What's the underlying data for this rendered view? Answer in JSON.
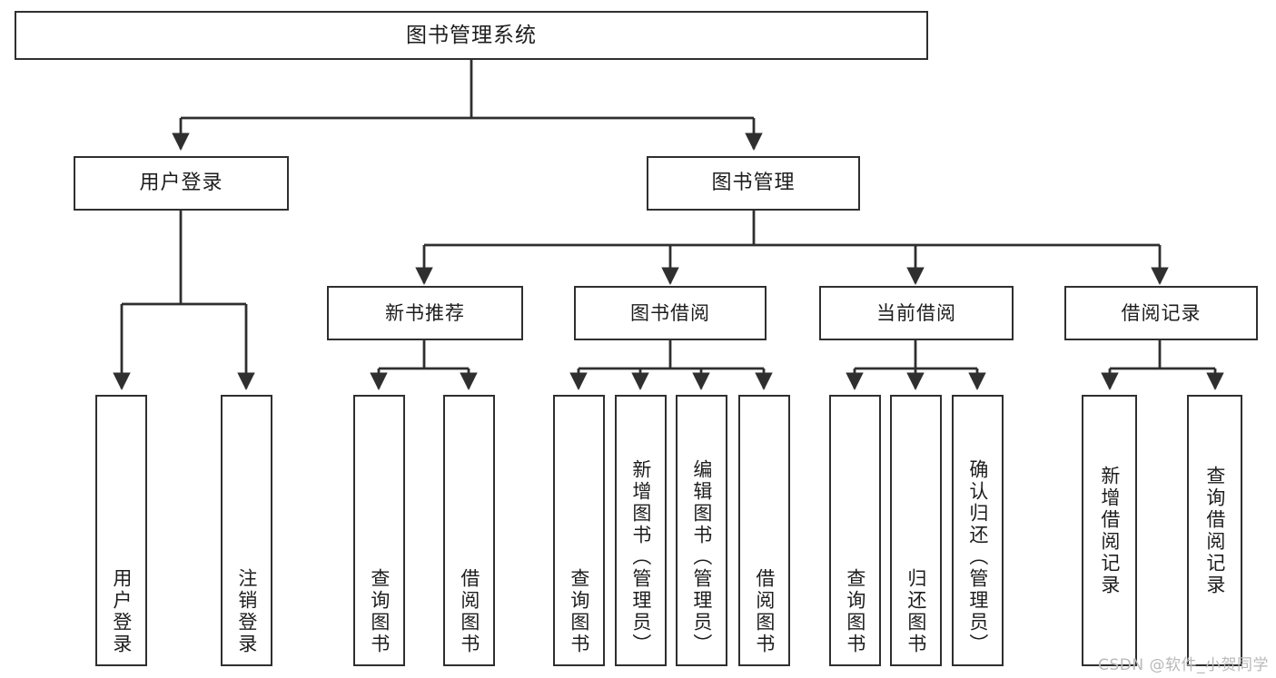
{
  "diagram": {
    "title": "图书管理系统",
    "type": "tree-hierarchy",
    "root": {
      "id": "root",
      "label": "图书管理系统"
    },
    "level1": [
      {
        "id": "user-login",
        "label": "用户登录"
      },
      {
        "id": "book-manage",
        "label": "图书管理"
      }
    ],
    "level2": [
      {
        "id": "new-book-recommend",
        "label": "新书推荐",
        "parent": "book-manage"
      },
      {
        "id": "book-borrow",
        "label": "图书借阅",
        "parent": "book-manage"
      },
      {
        "id": "current-borrow",
        "label": "当前借阅",
        "parent": "book-manage"
      },
      {
        "id": "borrow-record",
        "label": "借阅记录",
        "parent": "book-manage"
      }
    ],
    "leaves": {
      "user_login": [
        {
          "id": "leaf-user-login",
          "label": "用户登录"
        },
        {
          "id": "leaf-user-logout",
          "label": "注销登录"
        }
      ],
      "new_book_recommend": [
        {
          "id": "leaf-query-book-1",
          "label": "查询图书"
        },
        {
          "id": "leaf-borrow-book-1",
          "label": "借阅图书"
        }
      ],
      "book_borrow": [
        {
          "id": "leaf-query-book-2",
          "label": "查询图书"
        },
        {
          "id": "leaf-add-book",
          "label": "新增图书（管理员）"
        },
        {
          "id": "leaf-edit-book",
          "label": "编辑图书（管理员）"
        },
        {
          "id": "leaf-borrow-book-2",
          "label": "借阅图书"
        }
      ],
      "current_borrow": [
        {
          "id": "leaf-query-book-3",
          "label": "查询图书"
        },
        {
          "id": "leaf-return-book",
          "label": "归还图书"
        },
        {
          "id": "leaf-confirm-return",
          "label": "确认归还（管理员）"
        }
      ],
      "borrow_record": [
        {
          "id": "leaf-add-record",
          "label": "新增借阅记录"
        },
        {
          "id": "leaf-query-record",
          "label": "查询借阅记录"
        }
      ]
    },
    "colors": {
      "stroke": "#2f2f2f",
      "fill": "#ffffff",
      "text": "#1d1d1d",
      "watermark": "#b9b9b9"
    }
  },
  "watermark": {
    "text": "CSDN @软件_小贺同学"
  }
}
